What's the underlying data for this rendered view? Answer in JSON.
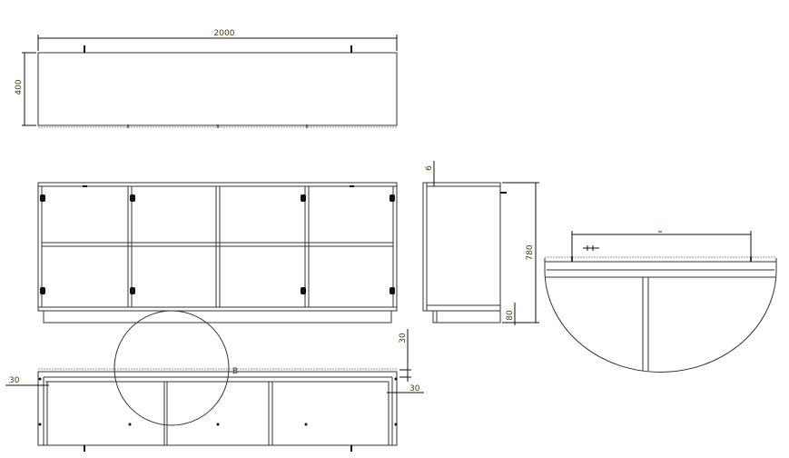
{
  "drawing": {
    "top_view": {
      "width_dim": "2000",
      "depth_dim": "400"
    },
    "side_view": {
      "top_dim": "6",
      "height_dim": "780",
      "plinth_dim": "80"
    },
    "plan_view": {
      "left_offset_dim": "30",
      "right_offset_dim": "30",
      "vertical_offset_dim": "30",
      "detail_label": "B"
    },
    "line_color": "#333333",
    "dimension_text_color": "#4a3a10"
  }
}
